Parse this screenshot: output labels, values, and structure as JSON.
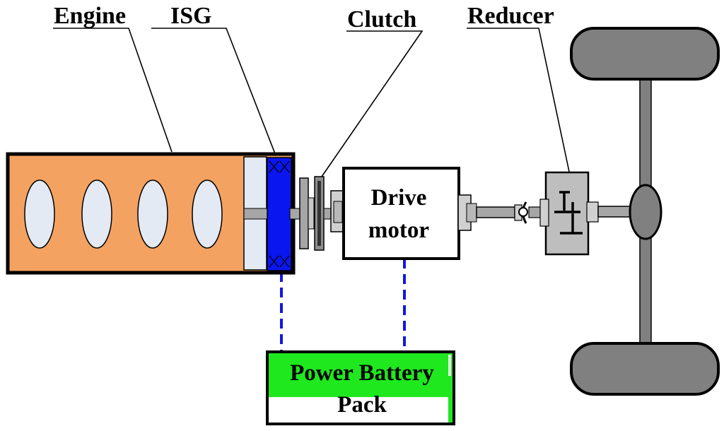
{
  "labels": {
    "engine": "Engine",
    "isg": "ISG",
    "clutch": "Clutch",
    "reducer": "Reducer",
    "drive_motor_line1": "Drive",
    "drive_motor_line2": "motor",
    "battery_line1": "Power Battery",
    "battery_line2": "Pack"
  },
  "colors": {
    "engine_body": "#F4A261",
    "cylinder": "#E4EAF4",
    "isg": "#0A16F0",
    "battery_green": "#1FE81F",
    "wire": "#1018E0",
    "metal": "#A6A6A6",
    "wheel": "#808080"
  }
}
